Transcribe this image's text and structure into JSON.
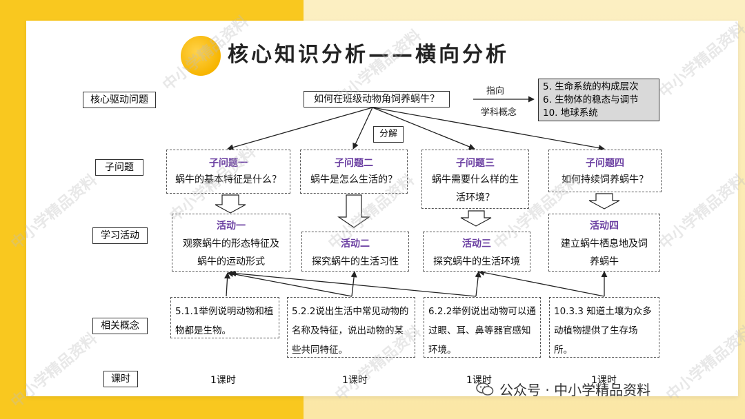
{
  "title": "核心知识分析——横向分析",
  "row_labels": {
    "driving": "核心驱动问题",
    "sub": "子问题",
    "activity": "学习活动",
    "concept": "相关概念",
    "lesson": "课时"
  },
  "driving_question": "如何在班级动物角饲养蜗牛？",
  "point_label": "指向",
  "discipline_label": "学科概念",
  "decompose_label": "分解",
  "core_concepts": [
    "5. 生命系统的构成层次",
    "6. 生物体的稳态与调节",
    "10. 地球系统"
  ],
  "subquestions": [
    {
      "title": "子问题一",
      "text": "蜗牛的基本特征是什么？"
    },
    {
      "title": "子问题二",
      "text": "蜗牛是怎么生活的？"
    },
    {
      "title": "子问题三",
      "text": "蜗牛需要什么样的生活环境？"
    },
    {
      "title": "子问题四",
      "text": "如何持续饲养蜗牛？"
    }
  ],
  "activities": [
    {
      "title": "活动一",
      "text": "观察蜗牛的形态特征及蜗牛的运动形式"
    },
    {
      "title": "活动二",
      "text": "探究蜗牛的生活习性"
    },
    {
      "title": "活动三",
      "text": "探究蜗牛的生活环境"
    },
    {
      "title": "活动四",
      "text": "建立蜗牛栖息地及饲养蜗牛"
    }
  ],
  "concepts": [
    "5.1.1举例说明动物和植物都是生物。",
    "5.2.2说出生活中常见动物的名称及特征，说出动物的某些共同特征。",
    "6.2.2举例说出动物可以通过眼、耳、鼻等器官感知环境。",
    "10.3.3 知道土壤为众多动植物提供了生存场所。"
  ],
  "lessons": [
    "1课时",
    "1课时",
    "1课时",
    "1课时"
  ],
  "watermark_text": "中小学精品资料",
  "footer_text": "公众号 · 中小学精品资料"
}
